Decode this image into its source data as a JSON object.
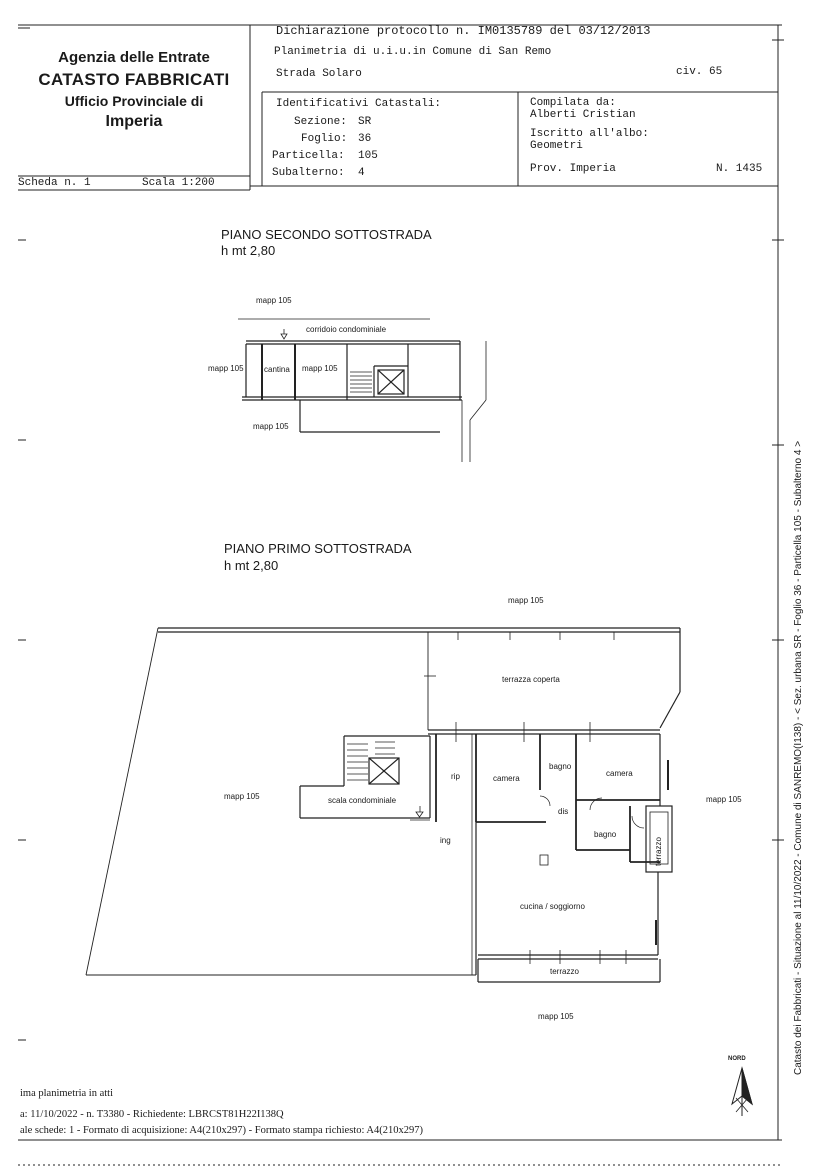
{
  "header": {
    "agency_line1": "Agenzia delle Entrate",
    "agency_line2": "CATASTO FABBRICATI",
    "agency_line3": "Ufficio Provinciale di",
    "agency_line4": "Imperia",
    "protocol": "Dichiarazione protocollo n. IM0135789 del  03/12/2013",
    "planimetry": "Planimetria di u.i.u.in Comune di San Remo",
    "street": "Strada Solaro",
    "civ": "civ. 65",
    "ident_title": "Identificativi Catastali:",
    "sezione_label": "Sezione:",
    "sezione_value": "SR",
    "foglio_label": "Foglio:",
    "foglio_value": "36",
    "particella_label": "Particella:",
    "particella_value": "105",
    "subalterno_label": "Subalterno:",
    "subalterno_value": "4",
    "compiled_label": "Compilata da:",
    "compiled_value": "Alberti Cristian",
    "albo_label": "Iscritto all'albo:",
    "albo_value": "Geometri",
    "prov": "Prov. Imperia",
    "number": "N. 1435",
    "scheda": "Scheda n. 1",
    "scala": "Scala 1:200"
  },
  "floor2": {
    "title": "PIANO SECONDO SOTTOSTRADA",
    "height": "h mt 2,80",
    "mapp_top": "mapp 105",
    "corridoio": "corridoio condominiale",
    "mapp_left": "mapp 105",
    "cantina": "cantina",
    "mapp_mid": "mapp 105",
    "mapp_bottom": "mapp 105"
  },
  "floor1": {
    "title": "PIANO PRIMO SOTTOSTRADA",
    "height": "h mt 2,80",
    "mapp_top": "mapp 105",
    "terrazza_coperta": "terrazza coperta",
    "mapp_left": "mapp 105",
    "mapp_right": "mapp 105",
    "mapp_bottom": "mapp 105",
    "scala": "scala condominiale",
    "rip": "rip",
    "camera1": "camera",
    "bagno1": "bagno",
    "camera2": "camera",
    "dis": "dis",
    "bagno2": "bagno",
    "terrazzo_side": "terrazzo",
    "ing": "ing",
    "cucina": "cucina / soggiorno",
    "terrazzo": "terrazzo"
  },
  "compass": {
    "label": "NORD"
  },
  "footer": {
    "line1": "ima planimetria in atti",
    "line2": "a: 11/10/2022 - n. T3380 - Richiedente: LBRCST81H22I138Q",
    "line3": "ale schede: 1 - Formato di acquisizione: A4(210x297) - Formato stampa richiesto: A4(210x297)"
  },
  "side_text": "Catasto dei Fabbricati - Situazione al 11/10/2022 - Comune di SANREMO(I138) - < Sez. urbana SR - Foglio 36 - Particella 105 - Subalterno 4 >"
}
